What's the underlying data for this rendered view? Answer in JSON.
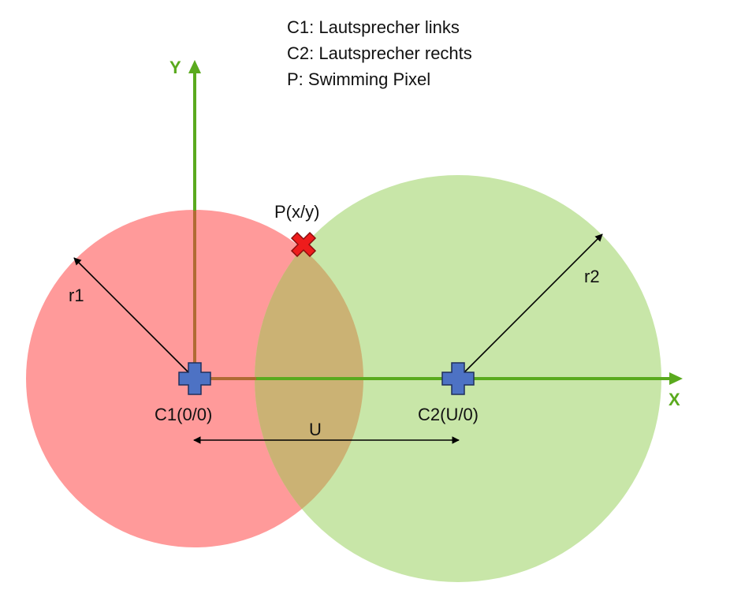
{
  "legend": [
    {
      "text": "C1: Lautsprecher links"
    },
    {
      "text": "C2: Lautsprecher rechts"
    },
    {
      "text": "P: Swimming Pixel"
    }
  ],
  "axes": {
    "x_label": "X",
    "y_label": "Y"
  },
  "circles": {
    "c1_radius_label": "r1",
    "c2_radius_label": "r2"
  },
  "points": {
    "c1_label": "C1(0/0)",
    "c2_label": "C2(U/0)",
    "p_label": "P(x/y)"
  },
  "distance_label": "U",
  "colors": {
    "circle1_fill": "#ff9a9a",
    "circle2_fill": "#c8e6a8",
    "overlap_fill": "#cbb274",
    "axis": "#5aaa1e",
    "speaker_marker": "#4d72c4",
    "pixel_marker": "#ee1c1c"
  }
}
